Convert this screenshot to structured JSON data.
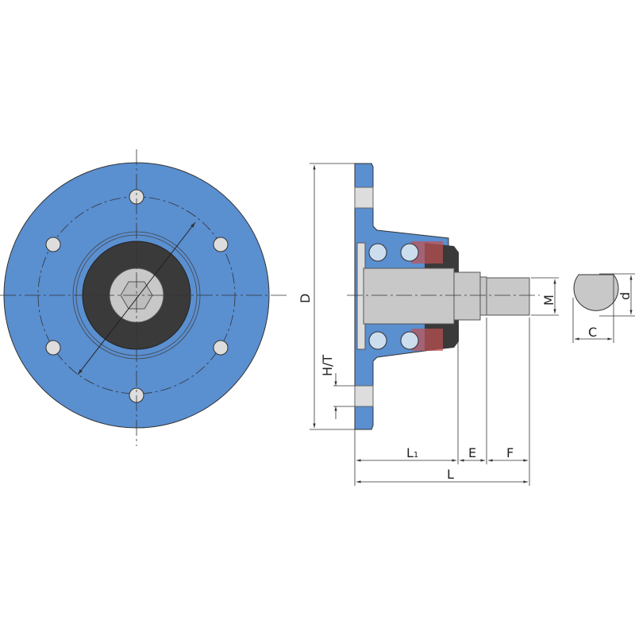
{
  "colors": {
    "body": "#5a8fd0",
    "seal": "#3a3a3a",
    "shaft": "#c8c8c8",
    "line": "#333333"
  },
  "labels": {
    "D": "D",
    "HT": "H/T",
    "L1": "L",
    "L1_sub": "1",
    "E": "E",
    "F": "F",
    "L": "L",
    "M": "M",
    "d": "d",
    "C": "C"
  }
}
